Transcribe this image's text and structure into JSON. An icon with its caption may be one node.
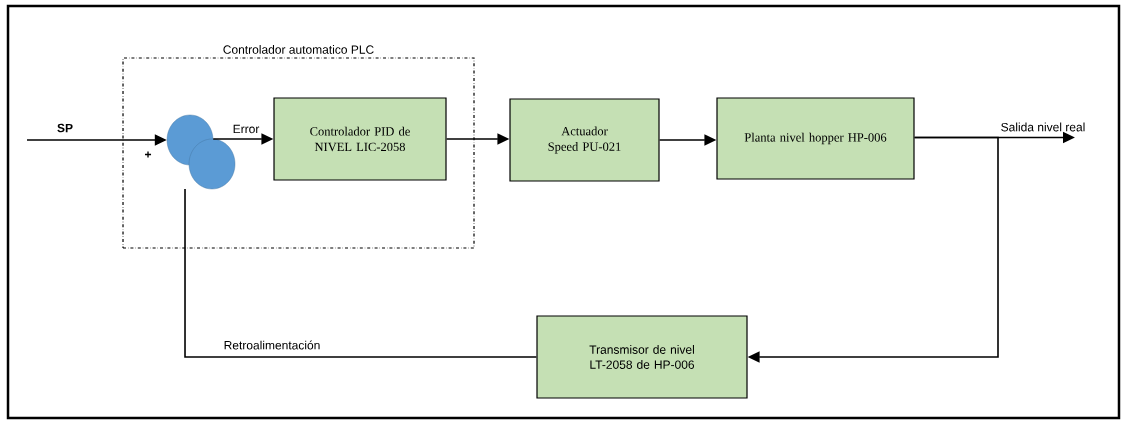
{
  "diagram": {
    "nodes": [
      {
        "text": [
          "Controlador automatico PLC"
        ]
      },
      {
        "text": [],
        "shape": "circle",
        "in": 0
      },
      {
        "text": [],
        "shape": "circle",
        "in": 0
      },
      {
        "text": [
          "Controlador PID de NIVEL LIC-2058"
        ],
        "in": 0
      },
      {
        "text": [
          "Actuador Speed PU-021"
        ]
      },
      {
        "text": [
          "Planta nivel hopper HP-006"
        ]
      },
      {
        "text": [
          "Transmisor de nivel LT-2058 de HP-006"
        ]
      }
    ],
    "edges": [
      {
        "from": null,
        "to": 1,
        "arrow": "to",
        "label": "SP"
      },
      {
        "from": 1,
        "to": 3,
        "arrow": "to",
        "label": "Error"
      },
      {
        "from": 3,
        "to": 4,
        "arrow": "to"
      },
      {
        "from": 4,
        "to": 5,
        "arrow": "to"
      },
      {
        "from": 5,
        "to": null,
        "arrow": "to",
        "label": "Salida nivel real"
      },
      {
        "from": 5,
        "to": 6,
        "arrow": "to"
      },
      {
        "from": 6,
        "to": 2,
        "arrow": "none",
        "label": "Retroalimentación"
      }
    ],
    "labels": [
      "+"
    ]
  }
}
